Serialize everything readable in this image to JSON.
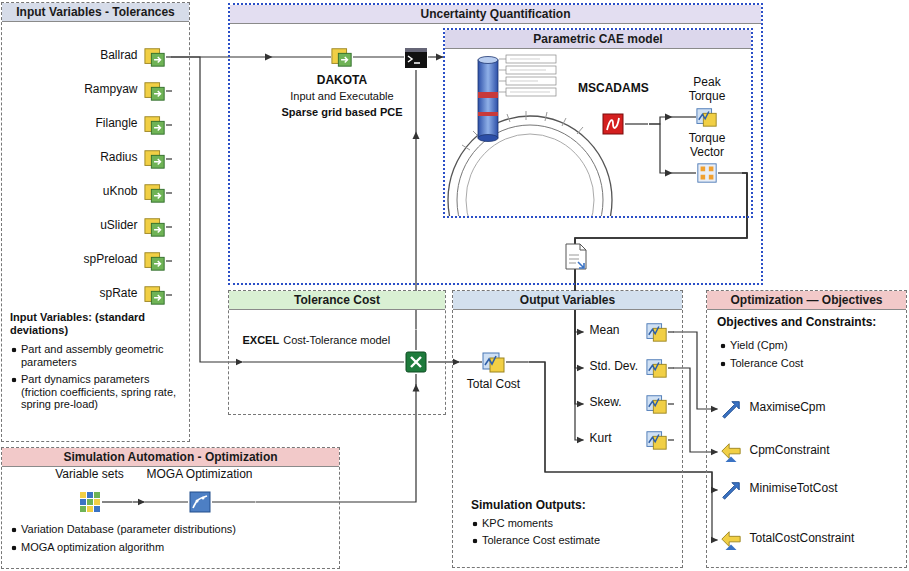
{
  "diagram": {
    "nodes": [
      {
        "text": [
          "Input Variables - Tolerances",
          "Input Variables: (standard deviations)",
          "Part and assembly geometric parameters",
          "Part dynamics parameters (friction coefficients, spring rate, spring pre-load)"
        ]
      },
      {
        "text": [
          "Ballrad"
        ],
        "in": 0
      },
      {
        "text": [
          "Rampyaw"
        ],
        "in": 0
      },
      {
        "text": [
          "Filangle"
        ],
        "in": 0
      },
      {
        "text": [
          "Radius"
        ],
        "in": 0
      },
      {
        "text": [
          "uKnob"
        ],
        "in": 0
      },
      {
        "text": [
          "uSlider"
        ],
        "in": 0
      },
      {
        "text": [
          "spPreload"
        ],
        "in": 0
      },
      {
        "text": [
          "spRate"
        ],
        "in": 0
      },
      {
        "text": [
          "Uncertainty Quantification"
        ]
      },
      {
        "text": [
          "DAKOTA",
          "Input and Executable",
          "Sparse grid based PCE"
        ],
        "in": 9
      },
      {
        "text": [
          "Parametric CAE model"
        ],
        "in": 9
      },
      {
        "text": [
          "MSCADAMS"
        ],
        "in": 11
      },
      {
        "text": [
          "Peak Torque"
        ],
        "in": 11
      },
      {
        "text": [
          "Torque Vector"
        ],
        "in": 11
      },
      {
        "text": [
          "Tolerance Cost"
        ]
      },
      {
        "text": [
          "EXCEL",
          "Cost-Tolerance model"
        ],
        "in": 15
      },
      {
        "text": [
          "Output Variables",
          "Simulation Outputs:",
          "KPC moments",
          "Tolerance Cost estimate"
        ]
      },
      {
        "text": [
          "Total Cost"
        ],
        "in": 17
      },
      {
        "text": [
          "Mean"
        ],
        "in": 17
      },
      {
        "text": [
          "Std. Dev."
        ],
        "in": 17
      },
      {
        "text": [
          "Skew."
        ],
        "in": 17
      },
      {
        "text": [
          "Kurt"
        ],
        "in": 17
      },
      {
        "text": [
          "Optimization — Objectives",
          "Objectives and Constraints:",
          "Yield (Cpm)",
          "Tolerance Cost"
        ]
      },
      {
        "text": [
          "MaximiseCpm"
        ],
        "in": 23
      },
      {
        "text": [
          "CpmConstraint"
        ],
        "in": 23
      },
      {
        "text": [
          "MinimiseTotCost"
        ],
        "in": 23
      },
      {
        "text": [
          "TotalCostConstraint"
        ],
        "in": 23
      },
      {
        "text": [
          "Simulation Automation - Optimization",
          "Variation Database (parameter distributions)",
          "MOGA optimization algorithm"
        ]
      },
      {
        "text": [
          "Variable sets"
        ],
        "in": 28
      },
      {
        "text": [
          "MOGA Optimization"
        ],
        "in": 28
      }
    ],
    "edges": [
      {
        "from": 1,
        "to": 10,
        "arrow": "to"
      },
      {
        "from": 1,
        "to": 16,
        "arrow": "to"
      },
      {
        "from": 10,
        "to": 11,
        "arrow": "to"
      },
      {
        "from": 12,
        "to": 13,
        "arrow": "to"
      },
      {
        "from": 12,
        "to": 14,
        "arrow": "to"
      },
      {
        "from": 14,
        "to": 19,
        "arrow": "to"
      },
      {
        "from": 14,
        "to": 20,
        "arrow": "to"
      },
      {
        "from": 14,
        "to": 21,
        "arrow": "to"
      },
      {
        "from": 14,
        "to": 22,
        "arrow": "to"
      },
      {
        "from": 16,
        "to": 18,
        "arrow": "to"
      },
      {
        "from": 16,
        "to": 10,
        "arrow": "to"
      },
      {
        "from": 30,
        "to": 16,
        "arrow": "to"
      },
      {
        "from": 29,
        "to": 30,
        "arrow": "to"
      },
      {
        "from": 19,
        "to": 24,
        "arrow": "to"
      },
      {
        "from": 20,
        "to": 25,
        "arrow": "to"
      },
      {
        "from": 18,
        "to": 26,
        "arrow": "to"
      },
      {
        "from": 18,
        "to": 27,
        "arrow": "to"
      }
    ]
  }
}
